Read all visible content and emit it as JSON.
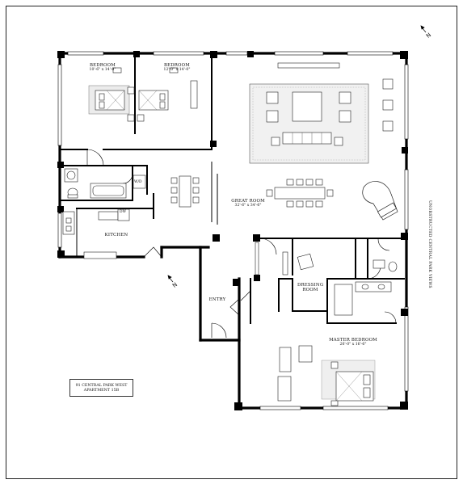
{
  "rooms": {
    "bedroom1": {
      "name": "BEDROOM",
      "dims": "10'-6\" x 14'-0\""
    },
    "bedroom2": {
      "name": "BEDROOM",
      "dims": "12'-0\" x 14'-0\""
    },
    "great_room": {
      "name": "GREAT ROOM",
      "dims": "32'-6\" x 34'-6\""
    },
    "kitchen": {
      "name": "KITCHEN"
    },
    "dressing_room": {
      "line1": "DRESSING",
      "line2": "ROOM"
    },
    "entry": {
      "name": "ENTRY"
    },
    "master_bedroom": {
      "name": "MASTER BEDROOM",
      "dims": "26'-0\" x 16'-6\""
    }
  },
  "appliances": {
    "washer_dryer": "W/D",
    "dishwasher": "DW"
  },
  "side_note": "UNOBSTRUCTED CENTRAL PARK VIEWS",
  "north_label": "N",
  "address": {
    "line1": "91 CENTRAL PARK WEST",
    "line2": "APARTMENT 15B"
  }
}
